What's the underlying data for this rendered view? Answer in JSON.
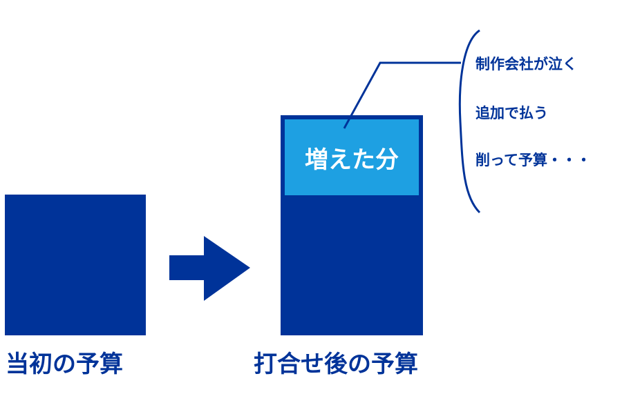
{
  "colors": {
    "navy": "#003399",
    "light_blue": "#1ea0e2"
  },
  "before": {
    "label": "当初の予算"
  },
  "after": {
    "label": "打合せ後の予算",
    "increase_label": "増えた分"
  },
  "options": [
    {
      "text": "制作会社が泣く"
    },
    {
      "text": "追加で払う"
    },
    {
      "text": "削って予算・・・"
    }
  ],
  "icons": {
    "transition": "right-arrow-icon",
    "grouping": "brace-icon"
  }
}
